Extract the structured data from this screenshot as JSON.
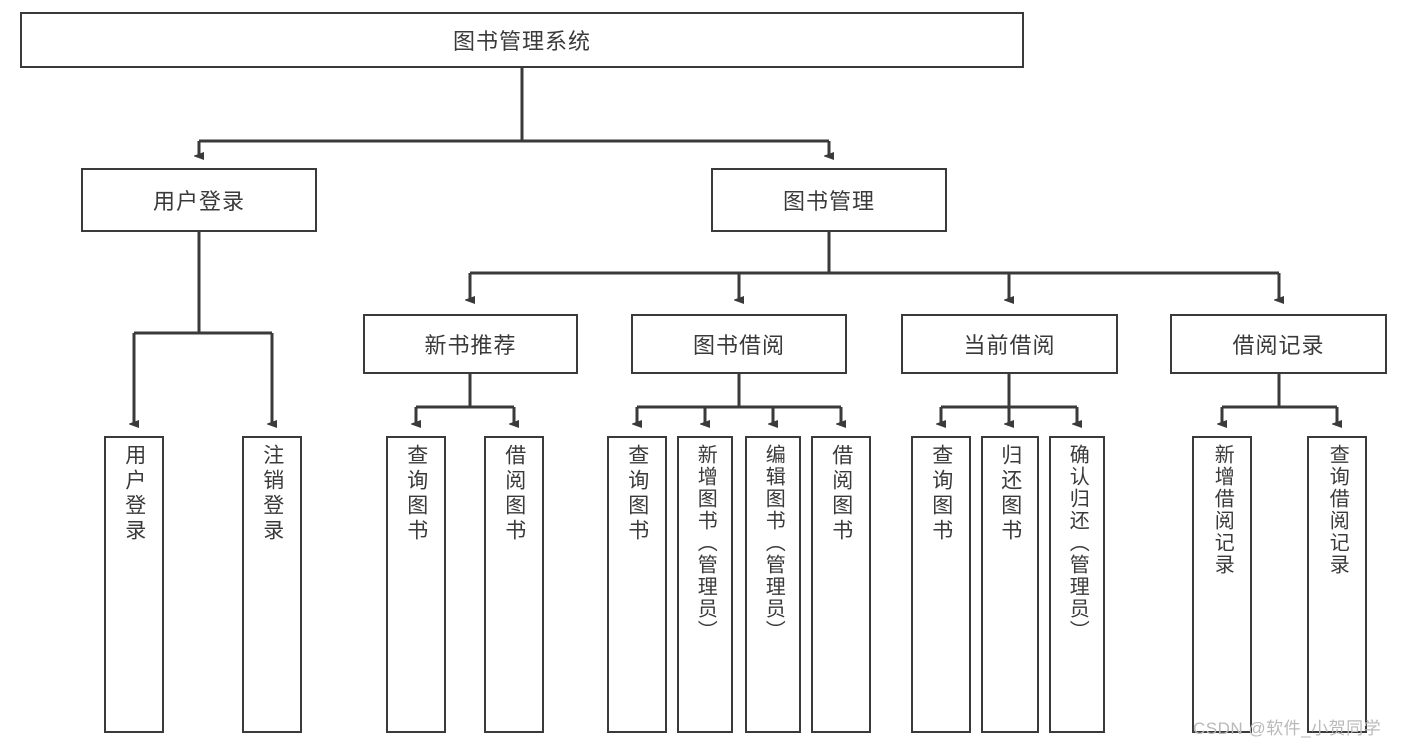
{
  "diagram": {
    "title": "图书管理系统",
    "type": "tree-hierarchy",
    "root": {
      "label": "图书管理系统"
    },
    "level2": [
      {
        "label": "用户登录"
      },
      {
        "label": "图书管理"
      }
    ],
    "level3": [
      {
        "label": "新书推荐"
      },
      {
        "label": "图书借阅"
      },
      {
        "label": "当前借阅"
      },
      {
        "label": "借阅记录"
      }
    ],
    "leaves": {
      "user_login": [
        {
          "label": "用户登录"
        },
        {
          "label": "注销登录"
        }
      ],
      "new_book_recommend": [
        {
          "label": "查询图书"
        },
        {
          "label": "借阅图书"
        }
      ],
      "book_borrow": [
        {
          "label": "查询图书"
        },
        {
          "label": "新增图书（管理员）"
        },
        {
          "label": "编辑图书（管理员）"
        },
        {
          "label": "借阅图书"
        }
      ],
      "current_borrow": [
        {
          "label": "查询图书"
        },
        {
          "label": "归还图书"
        },
        {
          "label": "确认归还（管理员）"
        }
      ],
      "borrow_record": [
        {
          "label": "新增借阅记录"
        },
        {
          "label": "查询借阅记录"
        }
      ]
    }
  },
  "watermark": {
    "text": "CSDN @软件_小贺同学"
  },
  "colors": {
    "stroke": "#3a3a3a",
    "fill": "#ffffff",
    "text": "#3a3a3a",
    "watermark": "#b9b9b9"
  }
}
